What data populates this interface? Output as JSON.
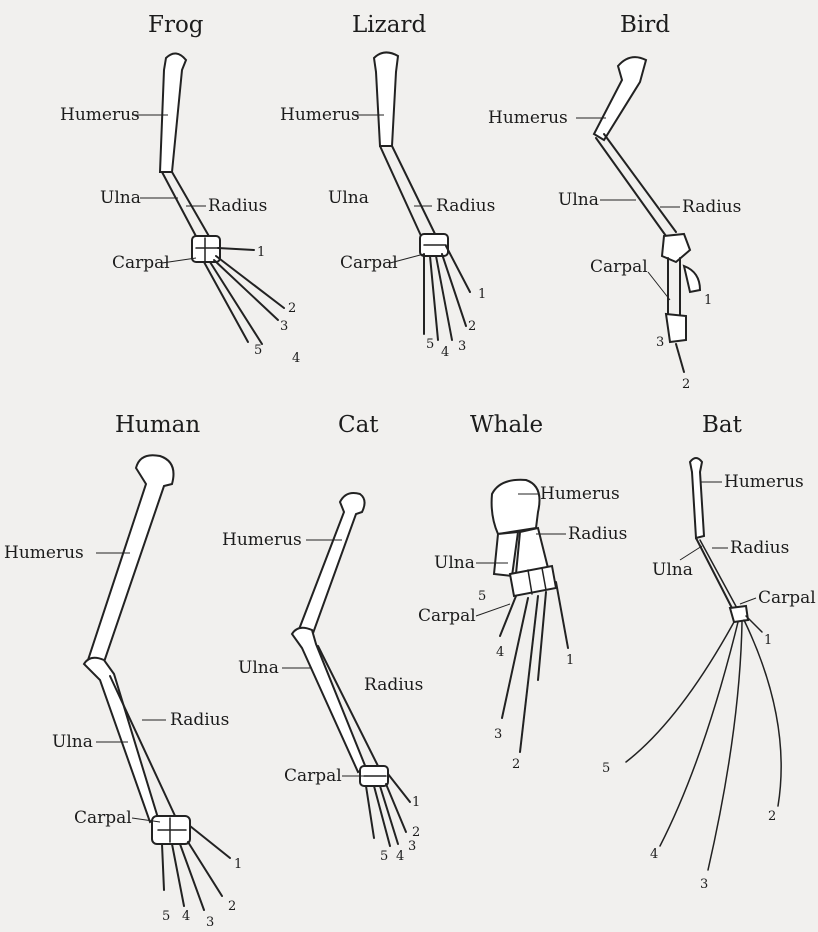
{
  "panels": {
    "frog": {
      "title": "Frog",
      "humerus": "Humerus",
      "ulna": "Ulna",
      "radius": "Radius",
      "carpal": "Carpal",
      "digits": [
        "1",
        "2",
        "3",
        "4",
        "5"
      ]
    },
    "lizard": {
      "title": "Lizard",
      "humerus": "Humerus",
      "ulna": "Ulna",
      "radius": "Radius",
      "carpal": "Carpal",
      "digits": [
        "1",
        "2",
        "3",
        "4",
        "5"
      ]
    },
    "bird": {
      "title": "Bird",
      "humerus": "Humerus",
      "ulna": "Ulna",
      "radius": "Radius",
      "carpal": "Carpal",
      "digits": [
        "1",
        "2",
        "3"
      ]
    },
    "human": {
      "title": "Human",
      "humerus": "Humerus",
      "ulna": "Ulna",
      "radius": "Radius",
      "carpal": "Carpal",
      "digits": [
        "1",
        "2",
        "3",
        "4",
        "5"
      ]
    },
    "cat": {
      "title": "Cat",
      "humerus": "Humerus",
      "ulna": "Ulna",
      "radius": "Radius",
      "carpal": "Carpal",
      "digits": [
        "1",
        "2",
        "3",
        "4",
        "5"
      ]
    },
    "whale": {
      "title": "Whale",
      "humerus": "Humerus",
      "ulna": "Ulna",
      "radius": "Radius",
      "carpal": "Carpal",
      "digits": [
        "1",
        "2",
        "3",
        "4",
        "5"
      ]
    },
    "bat": {
      "title": "Bat",
      "humerus": "Humerus",
      "ulna": "Ulna",
      "radius": "Radius",
      "carpal": "Carpal",
      "digits": [
        "1",
        "2",
        "3",
        "4",
        "5"
      ]
    }
  }
}
